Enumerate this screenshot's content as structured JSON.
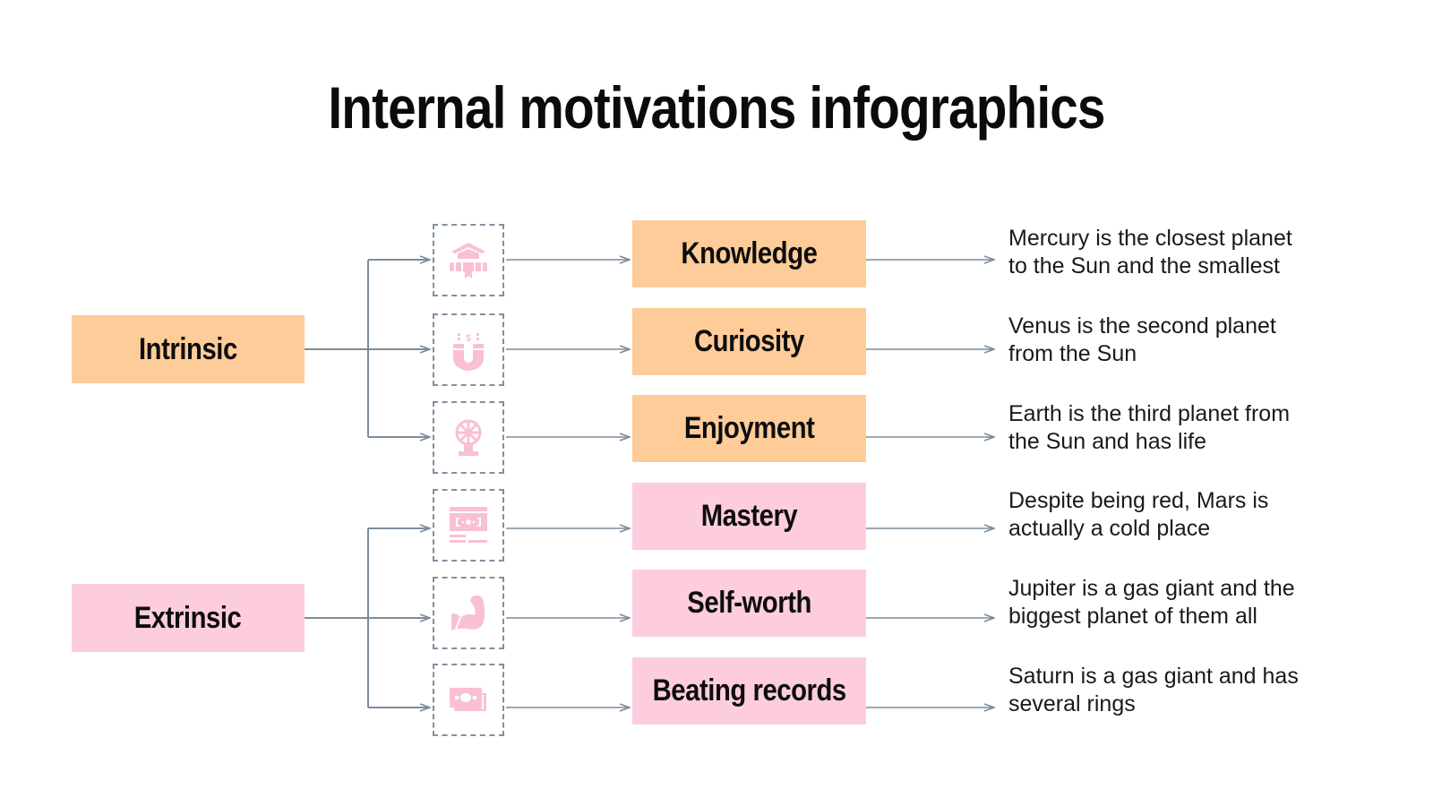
{
  "title": "Internal motivations infographics",
  "colors": {
    "intrinsic": "#fdcc99",
    "extrinsic": "#fdcddf",
    "icon": "#f9c0d3",
    "connector": "#7d8c9b"
  },
  "categories": [
    {
      "label": "Intrinsic",
      "color": "#fdcc99"
    },
    {
      "label": "Extrinsic",
      "color": "#fdcddf"
    }
  ],
  "items": [
    {
      "label": "Knowledge",
      "icon": "graduation-diploma-icon",
      "description_line1": "Mercury is the closest planet",
      "description_line2": "to the Sun and the smallest"
    },
    {
      "label": "Curiosity",
      "icon": "magnet-icon",
      "description_line1": "Venus is the second planet",
      "description_line2": "from the Sun"
    },
    {
      "label": "Enjoyment",
      "icon": "ferris-wheel-icon",
      "description_line1": "Earth is the third planet from",
      "description_line2": "the Sun and has life"
    },
    {
      "label": "Mastery",
      "icon": "web-window-icon",
      "description_line1": "Despite being red, Mars is",
      "description_line2": "actually a cold place"
    },
    {
      "label": "Self-worth",
      "icon": "flexed-arm-icon",
      "description_line1": "Jupiter is a gas giant and the",
      "description_line2": "biggest planet of them all"
    },
    {
      "label": "Beating records",
      "icon": "money-bills-icon",
      "description_line1": "Saturn is a gas giant and has",
      "description_line2": "several rings"
    }
  ]
}
